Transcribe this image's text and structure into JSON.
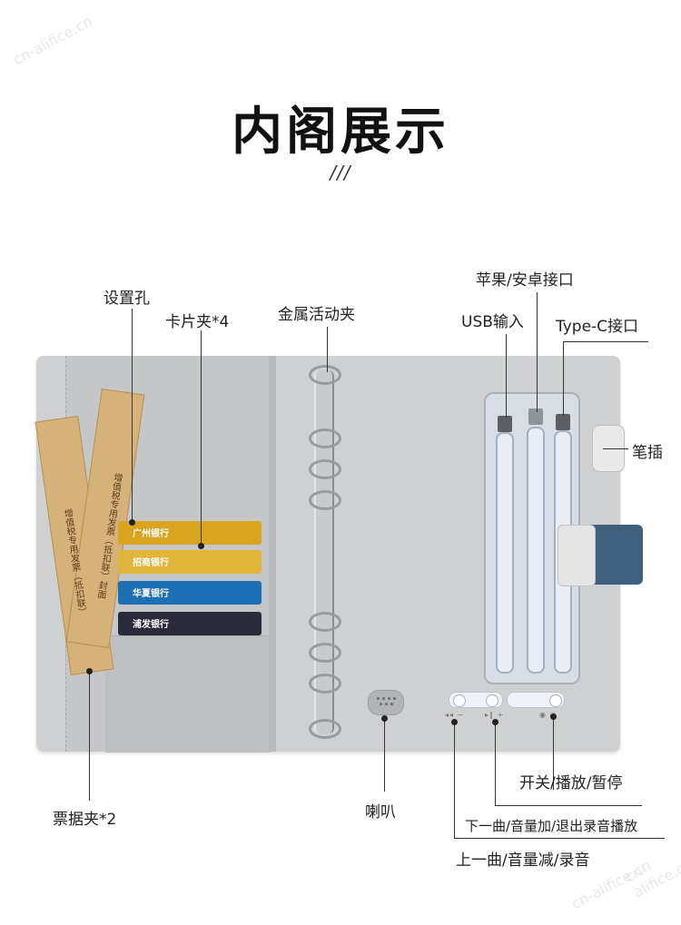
{
  "title": "内阁展示",
  "subtitle": "///",
  "watermark": "cn-alifice.cn",
  "labels": {
    "setting_hole": "设置孔",
    "card_slot": "卡片夹*4",
    "metal_clip": "金属活动夹",
    "apple_android": "苹果/安卓接口",
    "usb_input": "USB输入",
    "type_c": "Type-C接口",
    "pen_holder": "笔插",
    "power_play": "开关/播放/暂停",
    "next_volume": "下一曲/音量加/退出录音播放",
    "prev_volume": "上一曲/音量减/录音",
    "speaker": "喇叭",
    "ticket_clip": "票据夹*2"
  },
  "tickets": {
    "text_a": "增值税专用发票（抵扣联）封面",
    "text_b": "增值税专用发票（抵扣联）"
  },
  "cards": [
    {
      "name": "广州银行",
      "color": "#d9a520"
    },
    {
      "name": "招商银行",
      "color": "#e0b53a"
    },
    {
      "name": "华夏银行",
      "color": "#1f6fb5"
    },
    {
      "name": "浦发银行",
      "color": "#2a2a3a"
    }
  ],
  "controls": {
    "left_marks": "◂◂ −",
    "mid_marks": "▸‖ +",
    "right_marks": "◉ ○"
  },
  "colors": {
    "cover": "#cfd0d2",
    "strap": "#3f5f7d",
    "ticket": "#d5b27a"
  }
}
